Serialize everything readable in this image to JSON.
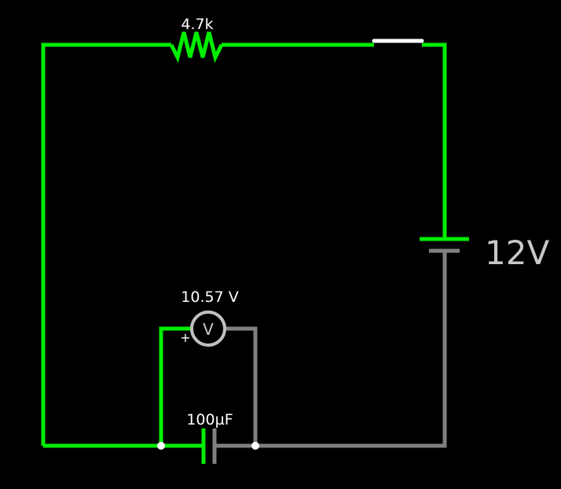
{
  "diagram": {
    "type": "circuit",
    "colors": {
      "background": "#000000",
      "wire_live": "#00ee00",
      "wire_ground": "#808080",
      "switch_bar": "#ffffff",
      "label": "#ffffff",
      "battery_label": "#c8c8c8",
      "voltmeter_ring": "#c0c0c0",
      "junction": "#ffffff"
    },
    "components": {
      "resistor": {
        "label": "4.7k",
        "value_ohms": 4700
      },
      "switch": {
        "state": "open"
      },
      "battery": {
        "label": "12V",
        "voltage": 12
      },
      "voltmeter": {
        "symbol": "V",
        "reading": "10.57 V",
        "polarity_mark": "+"
      },
      "capacitor": {
        "label": "100µF",
        "value_farads": 0.0001
      }
    }
  }
}
